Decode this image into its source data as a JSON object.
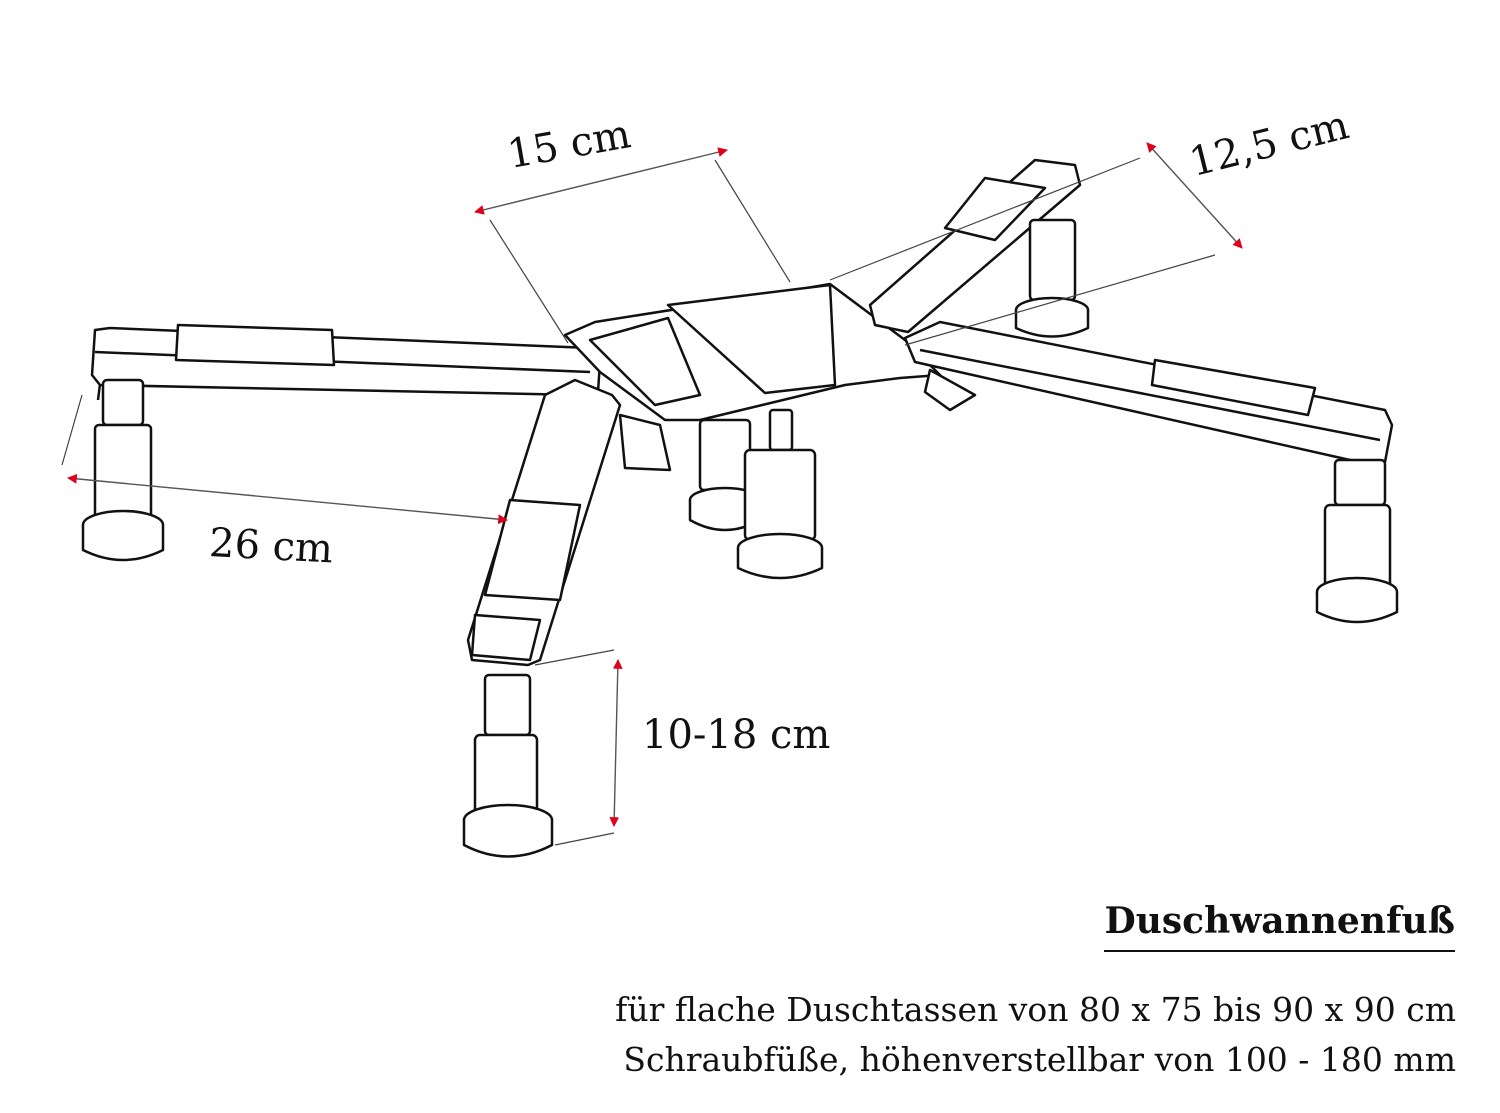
{
  "dimensions": {
    "arm_gap": "15 cm",
    "arm_width": "12,5 cm",
    "arm_length": "26 cm",
    "foot_height": "10-18 cm"
  },
  "caption": {
    "title": "Duschwannenfuß",
    "line1": "für flache Duschtassen von 80 x 75 bis 90 x 90 cm",
    "line2": "Schraubfüße, höhenverstellbar von 100 - 180 mm"
  },
  "colors": {
    "arrow": "#e0001b",
    "ink": "#111111"
  }
}
